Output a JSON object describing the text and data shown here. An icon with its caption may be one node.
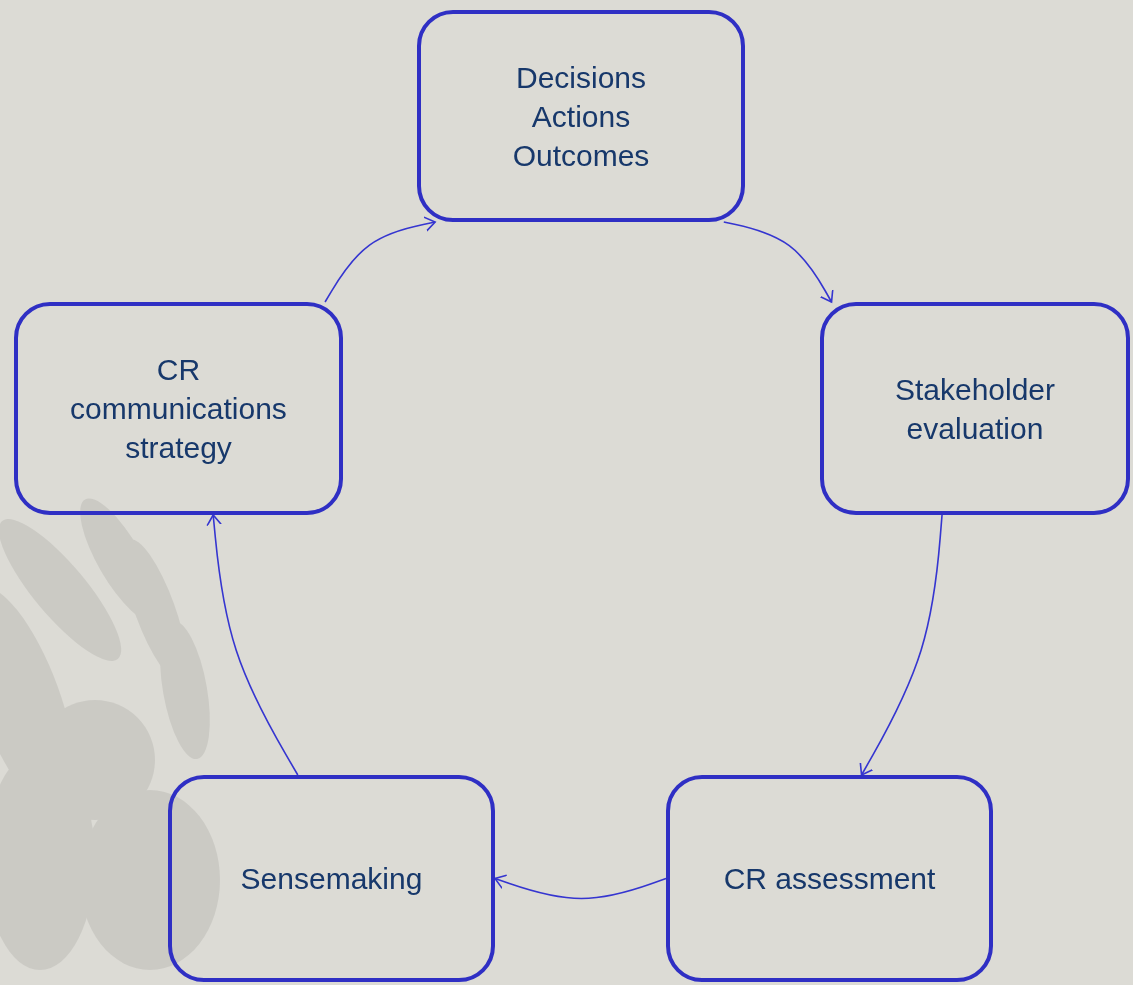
{
  "diagram": {
    "nodes": [
      {
        "text": [
          "Decisions",
          "Actions",
          "Outcomes"
        ]
      },
      {
        "text": [
          "Stakeholder evaluation"
        ]
      },
      {
        "text": [
          "CR assessment"
        ]
      },
      {
        "text": [
          "Sensemaking"
        ]
      },
      {
        "text": [
          "CR communications strategy"
        ]
      }
    ],
    "edges": [
      {
        "from": 0,
        "to": 1,
        "arrow": "to"
      },
      {
        "from": 1,
        "to": 2,
        "arrow": "to"
      },
      {
        "from": 2,
        "to": 3,
        "arrow": "to"
      },
      {
        "from": 3,
        "to": 4,
        "arrow": "to"
      },
      {
        "from": 4,
        "to": 0,
        "arrow": "to"
      }
    ]
  }
}
